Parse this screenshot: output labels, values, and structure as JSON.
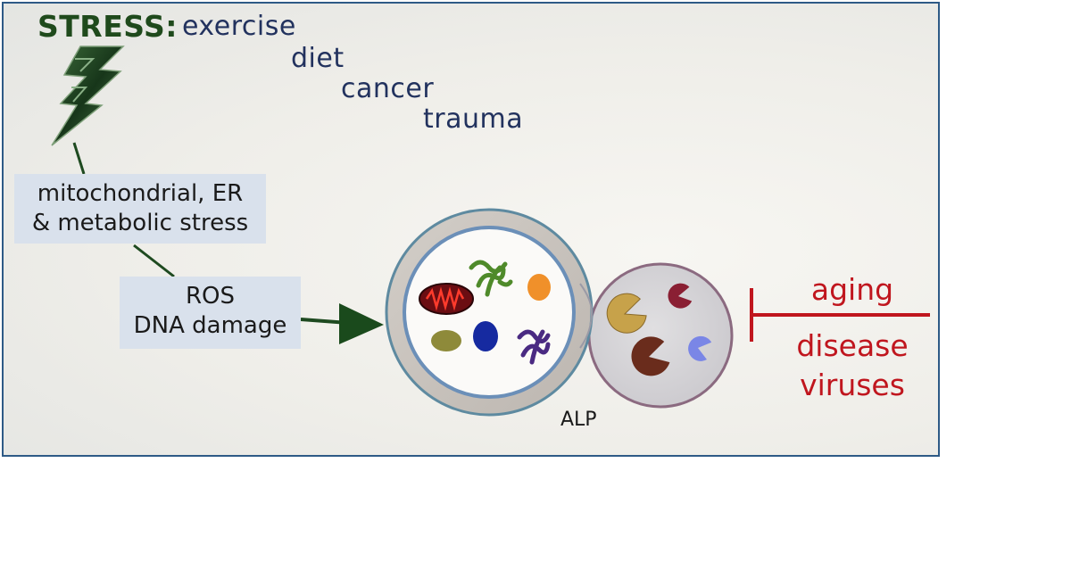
{
  "header": {
    "stress_label": "STRESS:",
    "causes": [
      "exercise",
      "diet",
      "cancer",
      "trauma"
    ]
  },
  "boxes": {
    "box1_lines": [
      "mitochondrial, ER",
      "& metabolic stress"
    ],
    "box2_lines": [
      "ROS",
      "DNA damage"
    ]
  },
  "inhibitors": {
    "lines": [
      "aging",
      "disease",
      "viruses"
    ]
  },
  "organelle": {
    "label": "ALP"
  },
  "colors": {
    "stress_green": "#1f4a1c",
    "cause_navy": "#22325e",
    "inhibitor_red": "#c0161e",
    "box_fill": "#d9e1ec",
    "border_blue": "#2e5a86"
  },
  "icons": {
    "stress": "lightning-bolt-icon"
  }
}
